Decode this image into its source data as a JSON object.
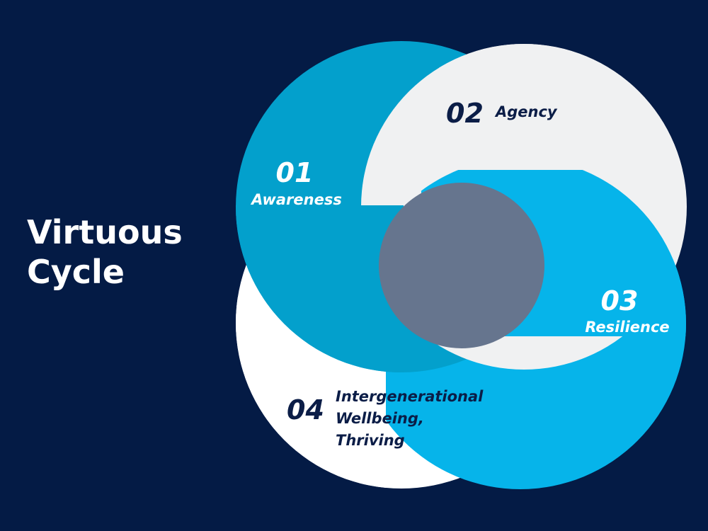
{
  "title": {
    "line1": "Virtuous",
    "line2": "Cycle"
  },
  "steps": [
    {
      "number": "01",
      "label": "Awareness",
      "color": "#03a0cc"
    },
    {
      "number": "02",
      "label": "Agency",
      "color": "#f0f1f2"
    },
    {
      "number": "03",
      "label": "Resilience",
      "color": "#06b4ea"
    },
    {
      "number": "04",
      "label_lines": [
        "Intergenerational",
        "Wellbeing,",
        "Thriving"
      ],
      "color": "#ffffff"
    }
  ],
  "colors": {
    "background": "#041b45",
    "center": "#66758e",
    "dark_text": "#0b1d47",
    "light_text": "#ffffff"
  }
}
